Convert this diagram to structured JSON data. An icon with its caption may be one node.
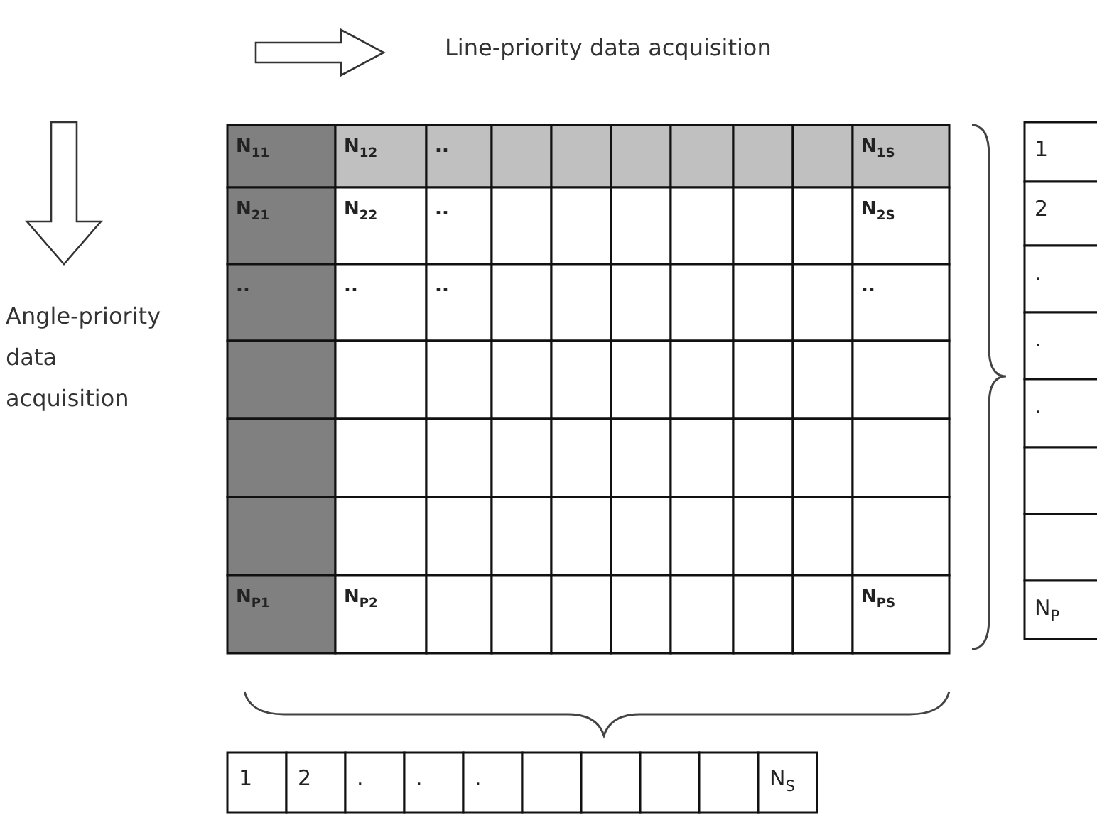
{
  "diagram": {
    "labels": [
      "Line-priority data acquisition",
      "Angle-priority data acquisition",
      "N$_{11}$",
      "N$_{12}$",
      "..",
      "N$_{1S}$",
      "N$_{21}$",
      "N$_{22}$",
      "..",
      "N$_{2S}$",
      "..",
      "..",
      "..",
      "..",
      "N$_{P1}$",
      "N$_{P2}$",
      "N$_{PS}$",
      "1",
      "2",
      ".",
      ".",
      ".",
      "N$_{P}$",
      "1",
      "2",
      ".",
      ".",
      ".",
      "N$_{S}$"
    ]
  }
}
